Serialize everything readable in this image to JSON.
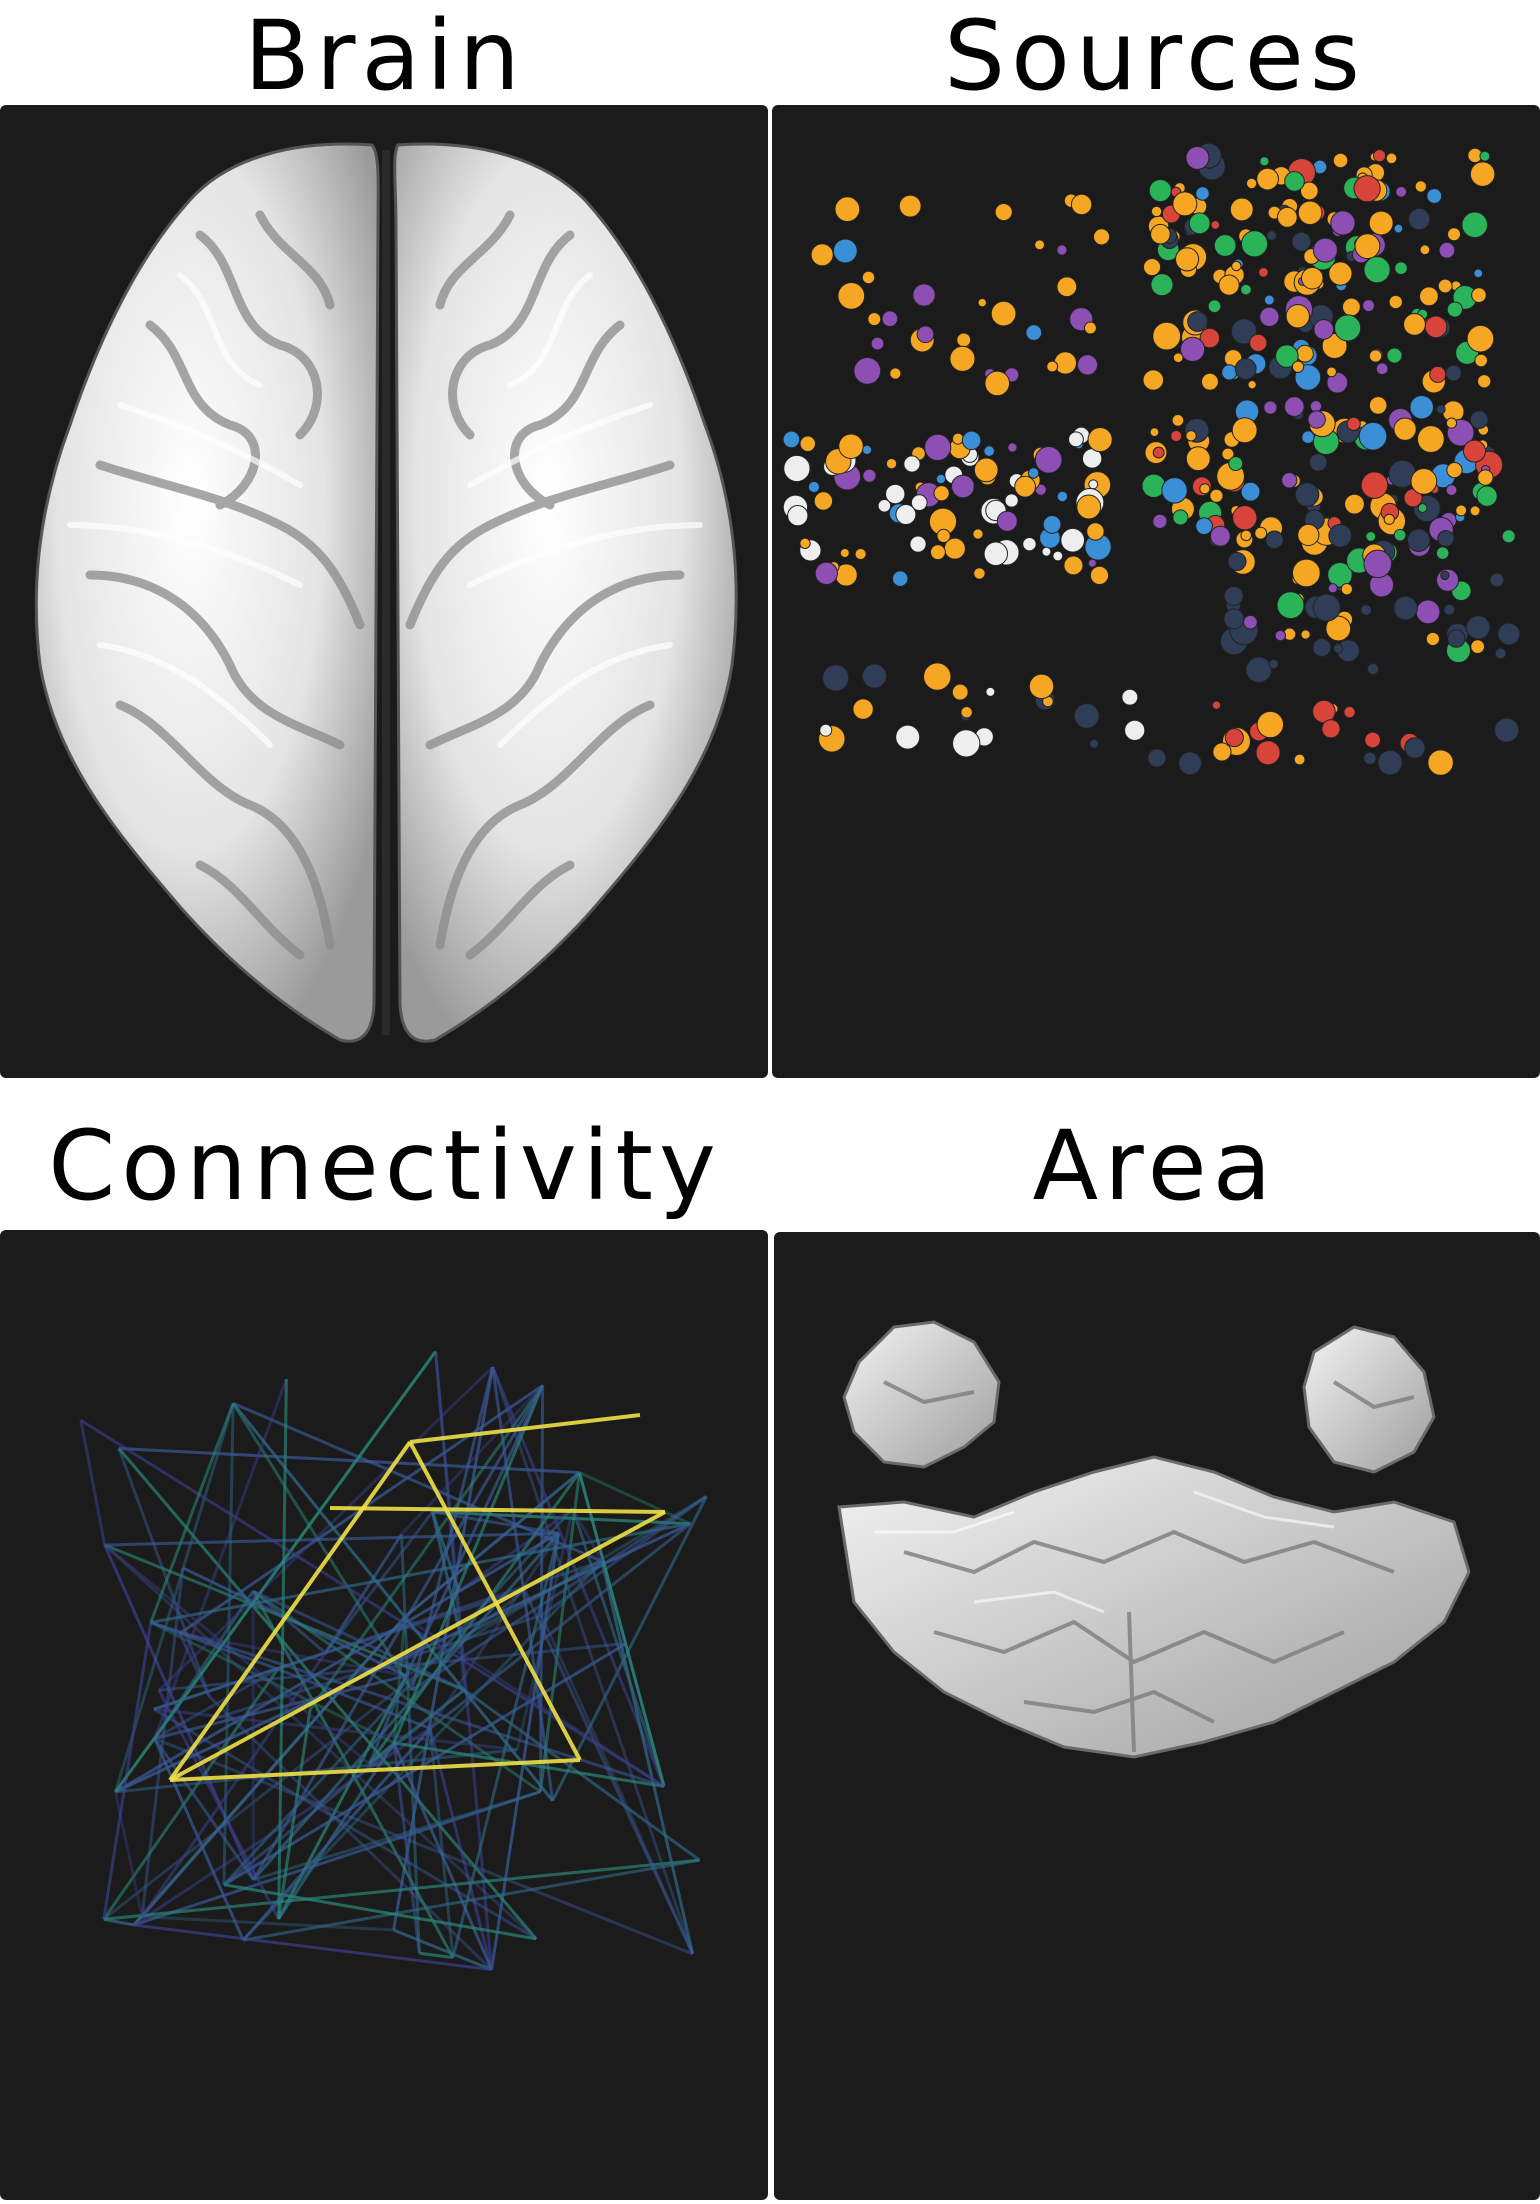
{
  "panels": {
    "brain": {
      "title": "Brain"
    },
    "sources": {
      "title": "Sources"
    },
    "connectivity": {
      "title": "Connectivity"
    },
    "area": {
      "title": "Area"
    }
  },
  "colors": {
    "panel_bg": "#1b1b1b",
    "source_orange": "#f5a623",
    "source_blue": "#3a8fd6",
    "source_red": "#d9443a",
    "source_green": "#2bb35a",
    "source_purple": "#8e4fb5",
    "source_navy": "#2f3d56",
    "source_white": "#eeeeee",
    "conn_yellow": "#f0e046",
    "conn_teal": "#2a8c7a",
    "conn_blue": "#3a5b9a"
  }
}
